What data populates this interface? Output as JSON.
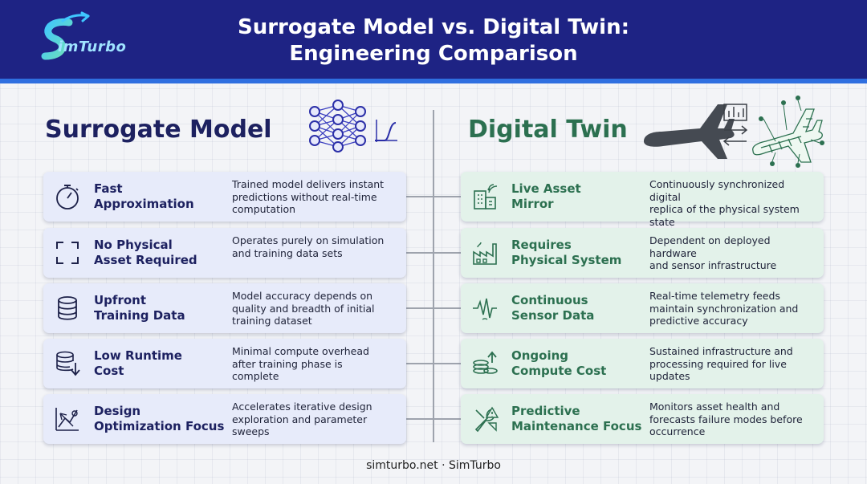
{
  "header": {
    "title_line1": "Surrogate Model vs. Digital Twin:",
    "title_line2": "Engineering Comparison",
    "logo_text": "imTurbo"
  },
  "colors": {
    "header_bg": "#1e2384",
    "accent_blue": "#2f6fe0",
    "surrogate": "#1d2160",
    "digital_twin": "#2c7050"
  },
  "left": {
    "heading": "Surrogate Model",
    "icon": "neural-network-icon",
    "cards": [
      {
        "icon": "stopwatch-icon",
        "label1": "Fast",
        "label2": "Approximation",
        "desc1": "Trained model delivers instant",
        "desc2": "predictions without real-time",
        "desc3": "computation"
      },
      {
        "icon": "frame-corners-icon",
        "label1": "No Physical",
        "label2": "Asset Required",
        "desc1": "Operates purely on simulation",
        "desc2": "and training data sets",
        "desc3": ""
      },
      {
        "icon": "database-icon",
        "label1": "Upfront",
        "label2": "Training Data",
        "desc1": "Model accuracy depends on",
        "desc2": "quality and breadth of initial",
        "desc3": "training dataset"
      },
      {
        "icon": "database-download-icon",
        "label1": "Low Runtime",
        "label2": "Cost",
        "desc1": "Minimal compute overhead",
        "desc2": "after training phase is",
        "desc3": "complete"
      },
      {
        "icon": "design-chart-icon",
        "label1": "Design",
        "label2": "Optimization Focus",
        "desc1": "Accelerates iterative design",
        "desc2": "exploration and parameter",
        "desc3": "sweeps"
      }
    ]
  },
  "right": {
    "heading": "Digital Twin",
    "icon": "airplane-twin-icon",
    "cards": [
      {
        "icon": "building-signal-icon",
        "label1": "Live Asset",
        "label2": "Mirror",
        "desc1": "Continuously synchronized digital",
        "desc2": "replica of the physical system state",
        "desc3": ""
      },
      {
        "icon": "factory-icon",
        "label1": "Requires",
        "label2": "Physical System",
        "desc1": "Dependent on deployed hardware",
        "desc2": "and sensor infrastructure",
        "desc3": ""
      },
      {
        "icon": "sensor-wave-icon",
        "label1": "Continuous",
        "label2": "Sensor Data",
        "desc1": "Real-time telemetry feeds",
        "desc2": "maintain synchronization and",
        "desc3": "predictive accuracy"
      },
      {
        "icon": "coins-upload-icon",
        "label1": "Ongoing",
        "label2": "Compute Cost",
        "desc1": "Sustained infrastructure and",
        "desc2": "processing required for live",
        "desc3": "updates"
      },
      {
        "icon": "wrench-warning-icon",
        "label1": "Predictive",
        "label2": "Maintenance Focus",
        "desc1": "Monitors asset health and",
        "desc2": "forecasts failure modes before",
        "desc3": "occurrence"
      }
    ]
  },
  "footer": {
    "text": "simturbo.net · SimTurbo"
  }
}
